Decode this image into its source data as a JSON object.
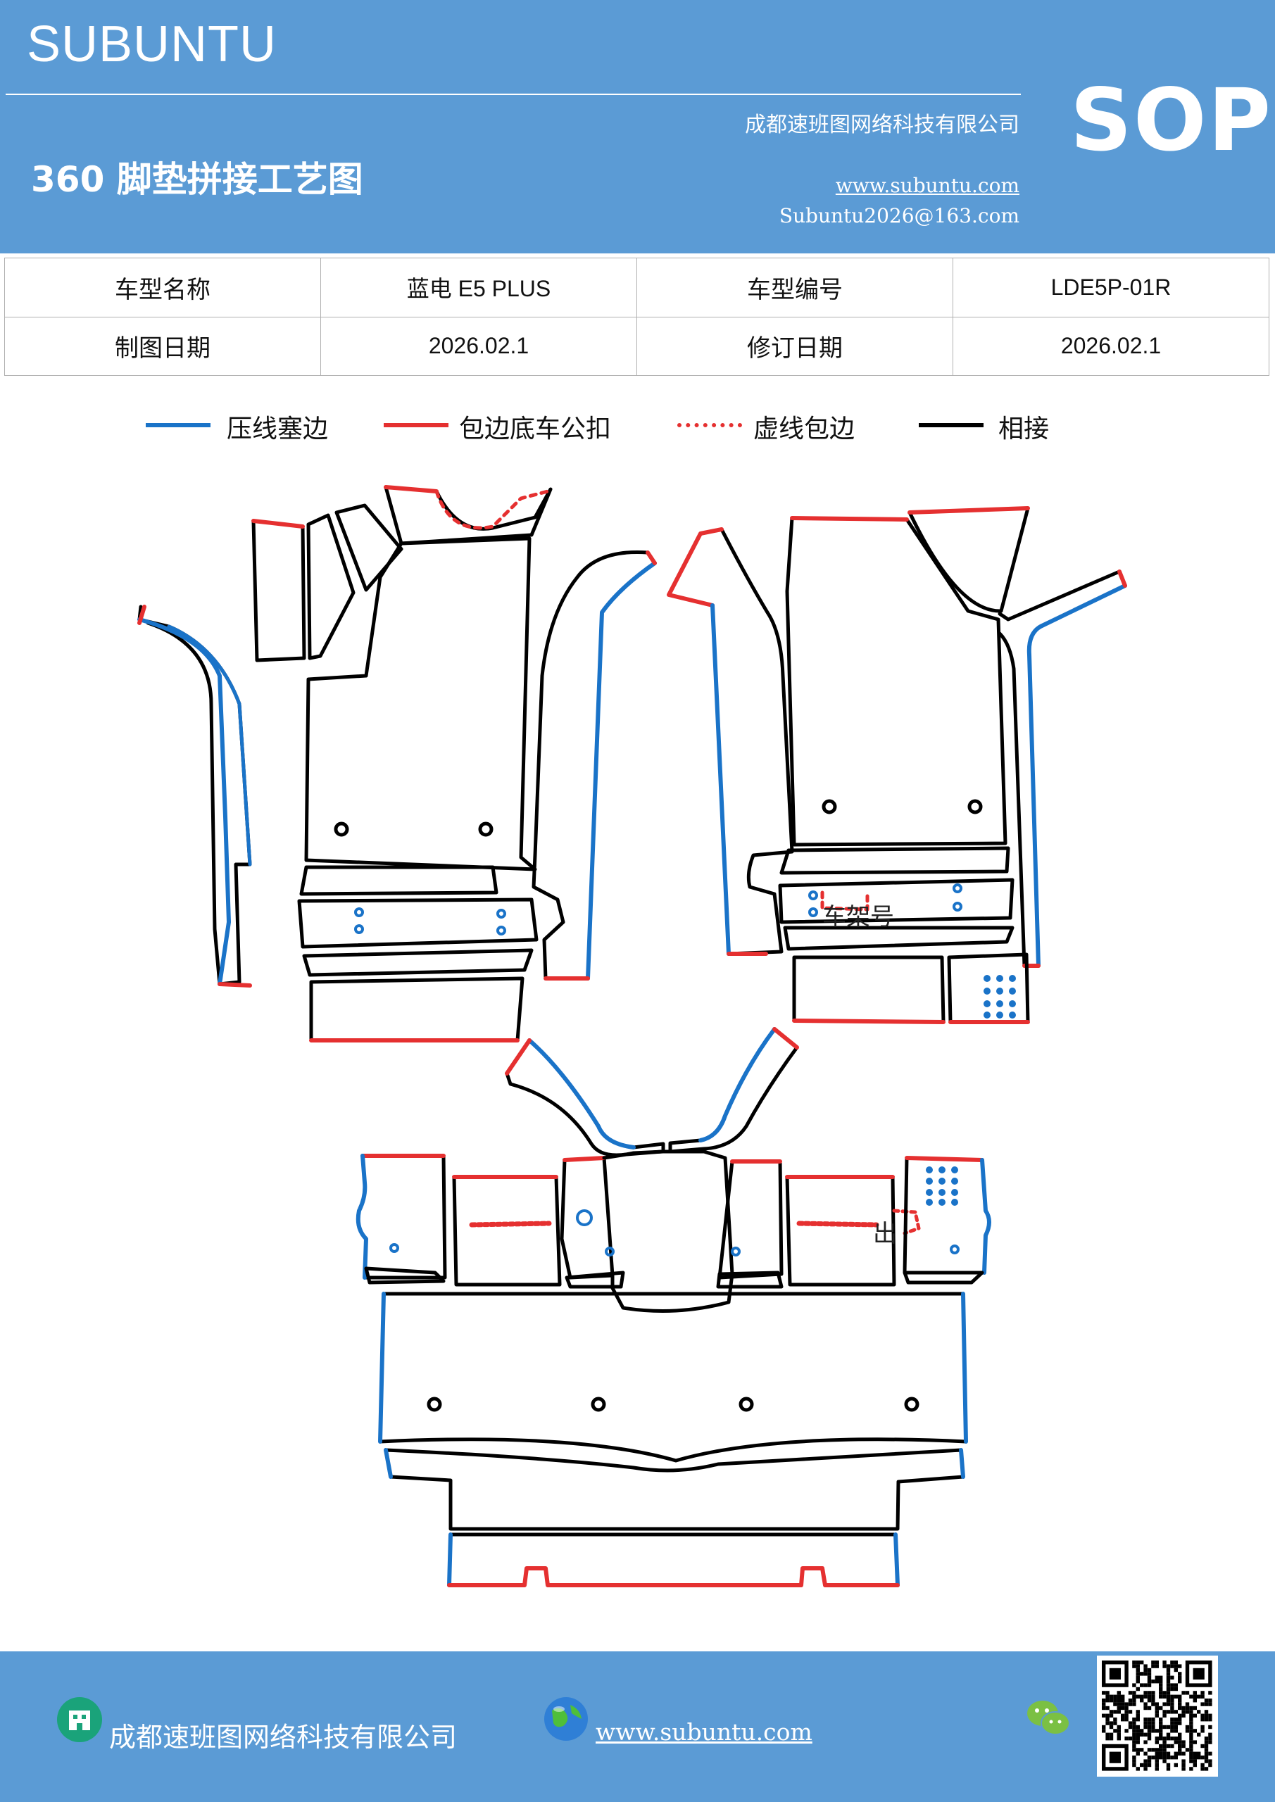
{
  "header": {
    "brand": "SUBUNTU",
    "company": "成都速班图网络科技有限公司",
    "sop": "SOP",
    "title": "360 脚垫拼接工艺图",
    "website": "www.subuntu.com",
    "email": "Subuntu2026@163.com"
  },
  "info_table": {
    "rows": [
      [
        "车型名称",
        "蓝电 E5  PLUS",
        "车型编号",
        "LDE5P-01R"
      ],
      [
        "制图日期",
        "2026.02.1",
        "修订日期",
        "2026.02.1"
      ]
    ]
  },
  "legend": [
    {
      "label": "压线塞边",
      "color": "#1a73c8",
      "style": "solid"
    },
    {
      "label": "包边底车公扣",
      "color": "#e53030",
      "style": "solid"
    },
    {
      "label": "虚线包边",
      "color": "#e53030",
      "style": "dotted"
    },
    {
      "label": "相接",
      "color": "#000000",
      "style": "solid"
    }
  ],
  "diagram": {
    "frame_label": "车架号",
    "exit_label": "出"
  },
  "colors": {
    "header_bg": "#5b9bd5",
    "blue_edge": "#1a73c8",
    "red_edge": "#e53030",
    "black_edge": "#000000"
  },
  "footer": {
    "company": "成都速班图网络科技有限公司",
    "website": "www.subuntu.com",
    "icons": [
      "building-icon",
      "globe-icon",
      "wechat-icon",
      "qr-code"
    ]
  }
}
